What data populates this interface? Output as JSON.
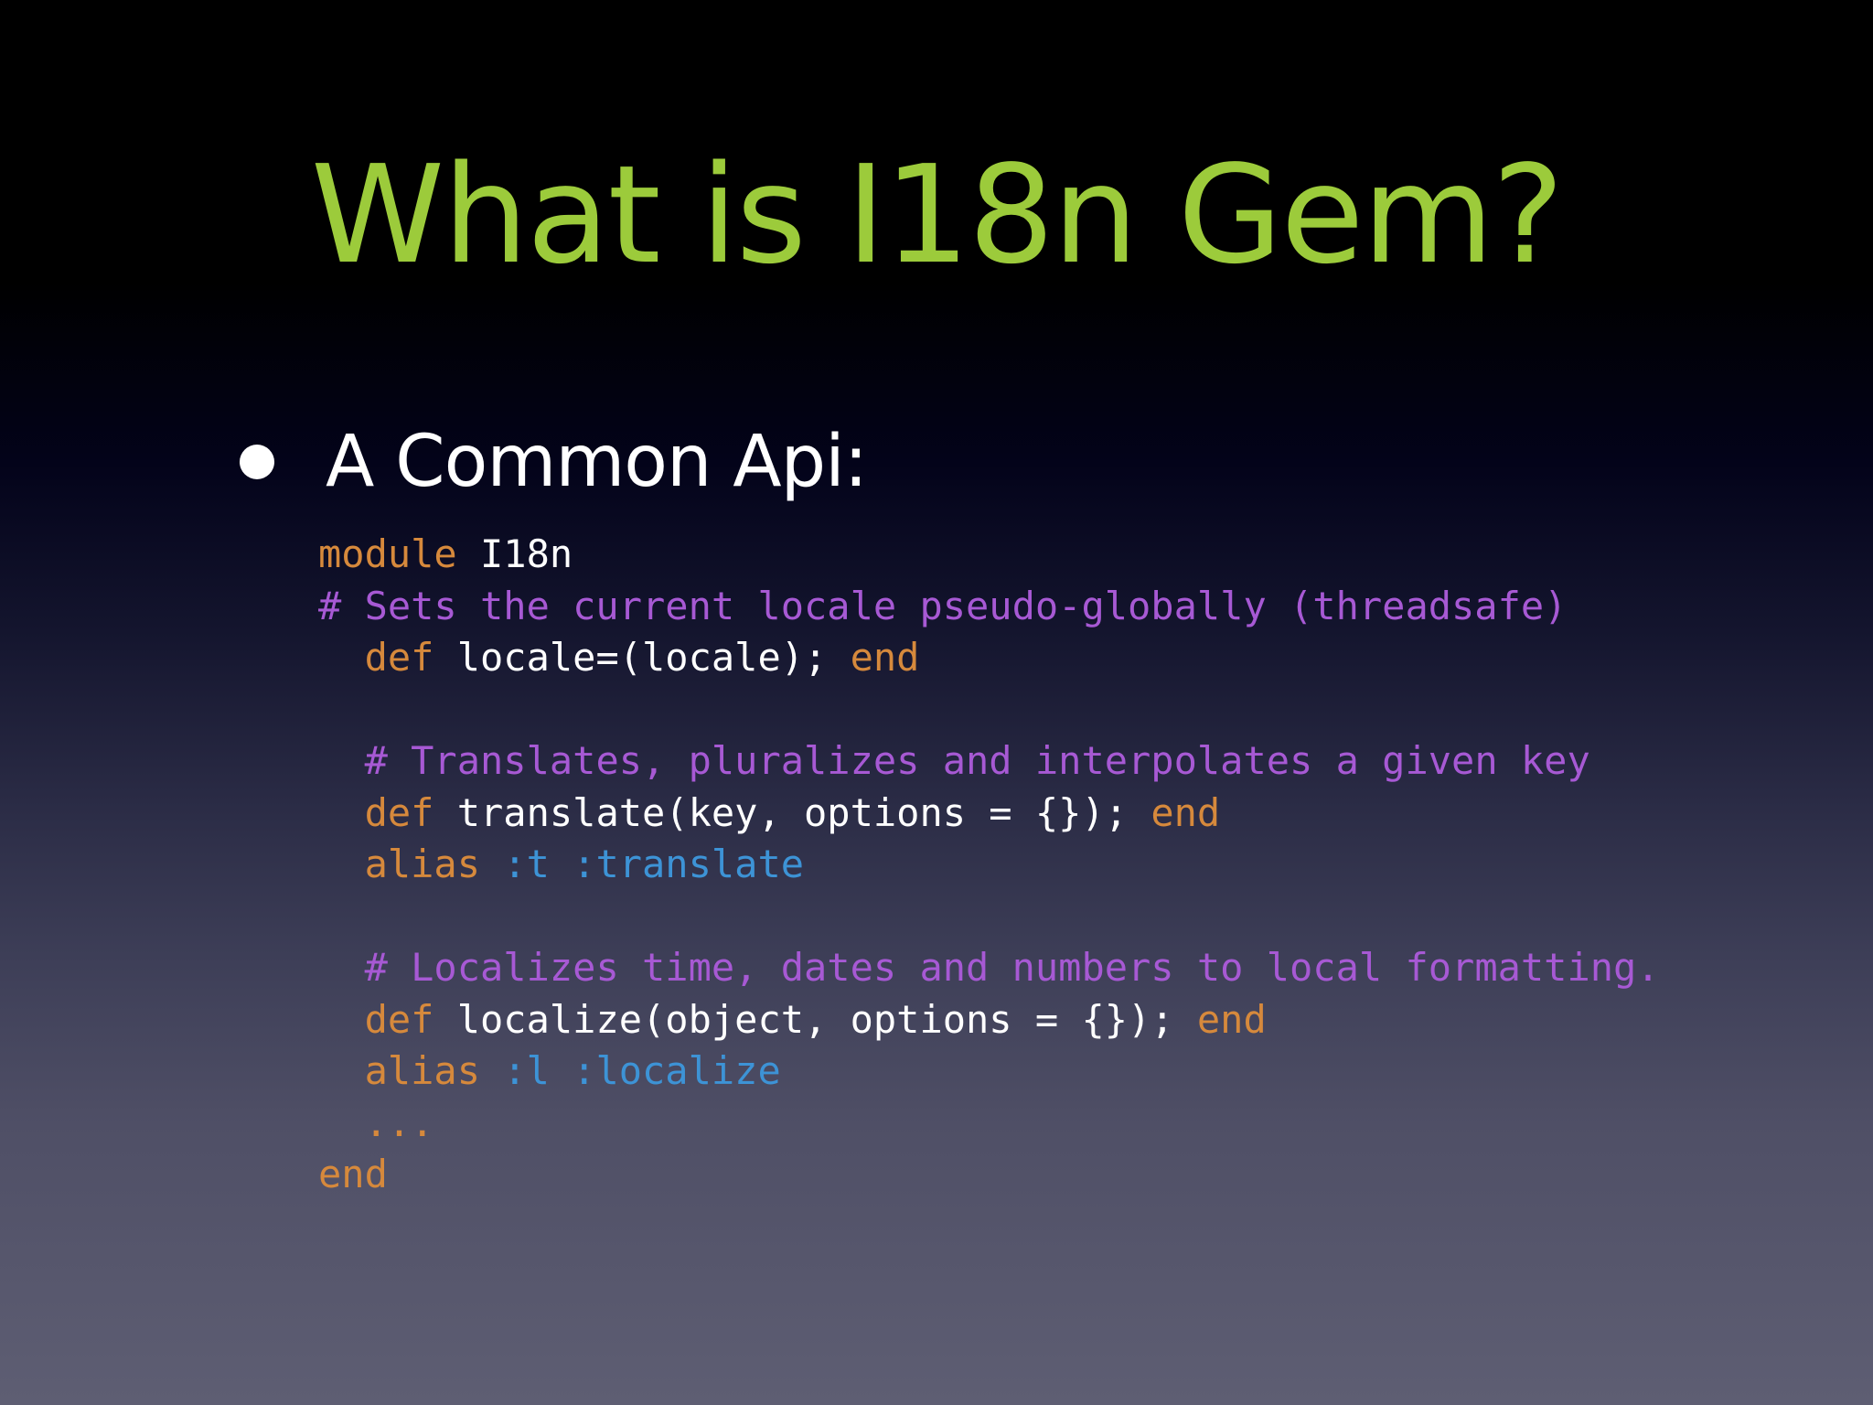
{
  "slide": {
    "title": "What is I18n Gem?",
    "bullet": "A Common Api:"
  },
  "colors": {
    "title": "#9ccb3b",
    "keyword": "#d6893c",
    "comment": "#a759d4",
    "symbol": "#3d93d6",
    "text": "#ffffff"
  },
  "code": {
    "line1_kw": "module",
    "line1_tx": " I18n",
    "line2_cm": "# Sets the current locale pseudo-globally (threadsafe)",
    "line3_indent": "  ",
    "line3_kw1": "def",
    "line3_tx": " locale=(locale); ",
    "line3_kw2": "end",
    "line5_indent": "  ",
    "line5_cm": "# Translates, pluralizes and interpolates a given key",
    "line6_indent": "  ",
    "line6_kw1": "def",
    "line6_tx": " translate(key, options = {}); ",
    "line6_kw2": "end",
    "line7_indent": "  ",
    "line7_kw": "alias",
    "line7_sym": " :t :translate",
    "line9_indent": "  ",
    "line9_cm": "# Localizes time, dates and numbers to local formatting.",
    "line10_indent": "  ",
    "line10_kw1": "def",
    "line10_tx": " localize(object, options = {}); ",
    "line10_kw2": "end",
    "line11_indent": "  ",
    "line11_kw": "alias",
    "line11_sym": " :l :localize",
    "line12_indent": "  ",
    "line12_kw": "...",
    "line13_kw": "end"
  }
}
